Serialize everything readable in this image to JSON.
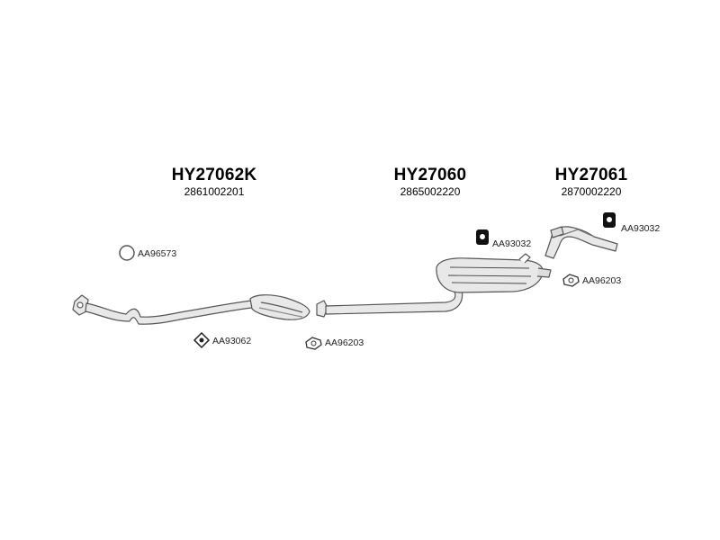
{
  "groups": [
    {
      "code": "HY27062K",
      "number": "2861002201"
    },
    {
      "code": "HY27060",
      "number": "2865002220"
    },
    {
      "code": "HY27061",
      "number": "2870002220"
    }
  ],
  "parts": [
    {
      "label": "AA96573",
      "icon": "ring-icon"
    },
    {
      "label": "AA93062",
      "icon": "diamond-bracket-icon"
    },
    {
      "label": "AA96203",
      "icon": "flange-gasket-icon"
    },
    {
      "label": "AA93032",
      "icon": "rubber-hanger-icon"
    },
    {
      "label": "AA93032",
      "icon": "rubber-hanger-icon"
    },
    {
      "label": "AA96203",
      "icon": "flange-gasket-icon"
    }
  ],
  "colors": {
    "line": "#555555",
    "fill": "#e6e6e6",
    "dark": "#111111"
  }
}
